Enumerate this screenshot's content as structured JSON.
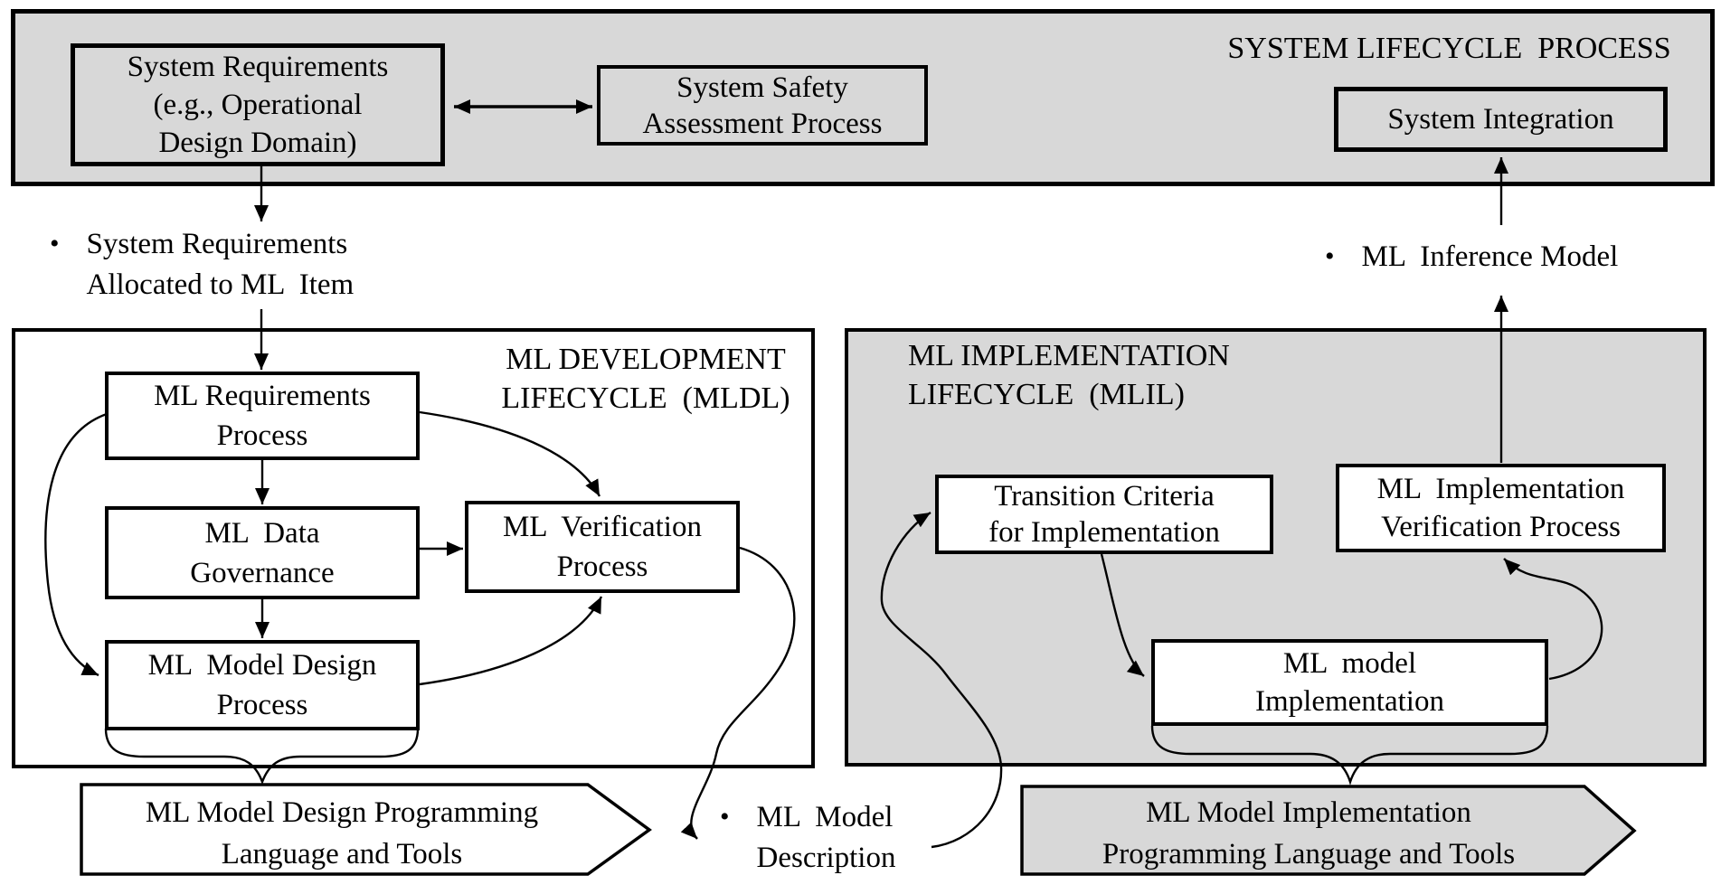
{
  "colors": {
    "gray": "#d8d8d8",
    "white": "#ffffff",
    "line": "#000000",
    "page": "#ffffff"
  },
  "bullet_char": "•",
  "system_band": {
    "title": "SYSTEM LIFECYCLE  PROCESS",
    "system_requirements": "System Requirements\n(e.g., Operational\nDesign Domain)",
    "system_safety": "System Safety\nAssessment Process",
    "system_integration": "System Integration"
  },
  "bullets": {
    "allocated": "System Requirements\nAllocated to ML  Item",
    "model_description": "ML  Model\nDescription",
    "inference_model": "ML  Inference Model"
  },
  "mldl": {
    "title": "ML DEVELOPMENT\nLIFECYCLE  (MLDL)",
    "requirements_process": "ML Requirements\nProcess",
    "data_governance": "ML  Data\nGovernance",
    "model_design_process": "ML  Model Design\nProcess",
    "verification_process": "ML  Verification\nProcess",
    "tools_banner": "ML Model Design Programming\nLanguage and Tools"
  },
  "mlil": {
    "title": "ML IMPLEMENTATION\nLIFECYCLE  (MLIL)",
    "transition_criteria": "Transition Criteria\nfor Implementation",
    "implementation_verification": "ML  Implementation\nVerification Process",
    "model_implementation": "ML  model\nImplementation",
    "tools_banner": "ML Model Implementation\nProgramming Language and Tools"
  }
}
